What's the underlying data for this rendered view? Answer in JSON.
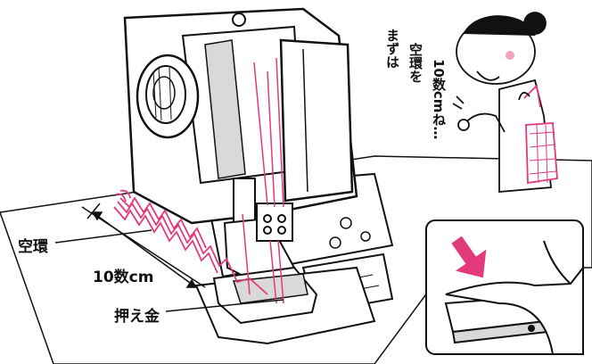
{
  "labels": {
    "air_chain": "空環",
    "length": "10数cm",
    "presser_foot": "押え金"
  },
  "speech_bubble": {
    "column_1": "まずは",
    "column_2": "空環を",
    "column_3": "10数cmね…"
  },
  "colors": {
    "accent": "#e23a7a",
    "ink": "#111111",
    "machine_fill": "#ffffff",
    "shadow": "#d9d9d9"
  },
  "icons": {
    "press_arrow": "down-arrow-icon",
    "foot_pedal": "pedal-icon"
  }
}
